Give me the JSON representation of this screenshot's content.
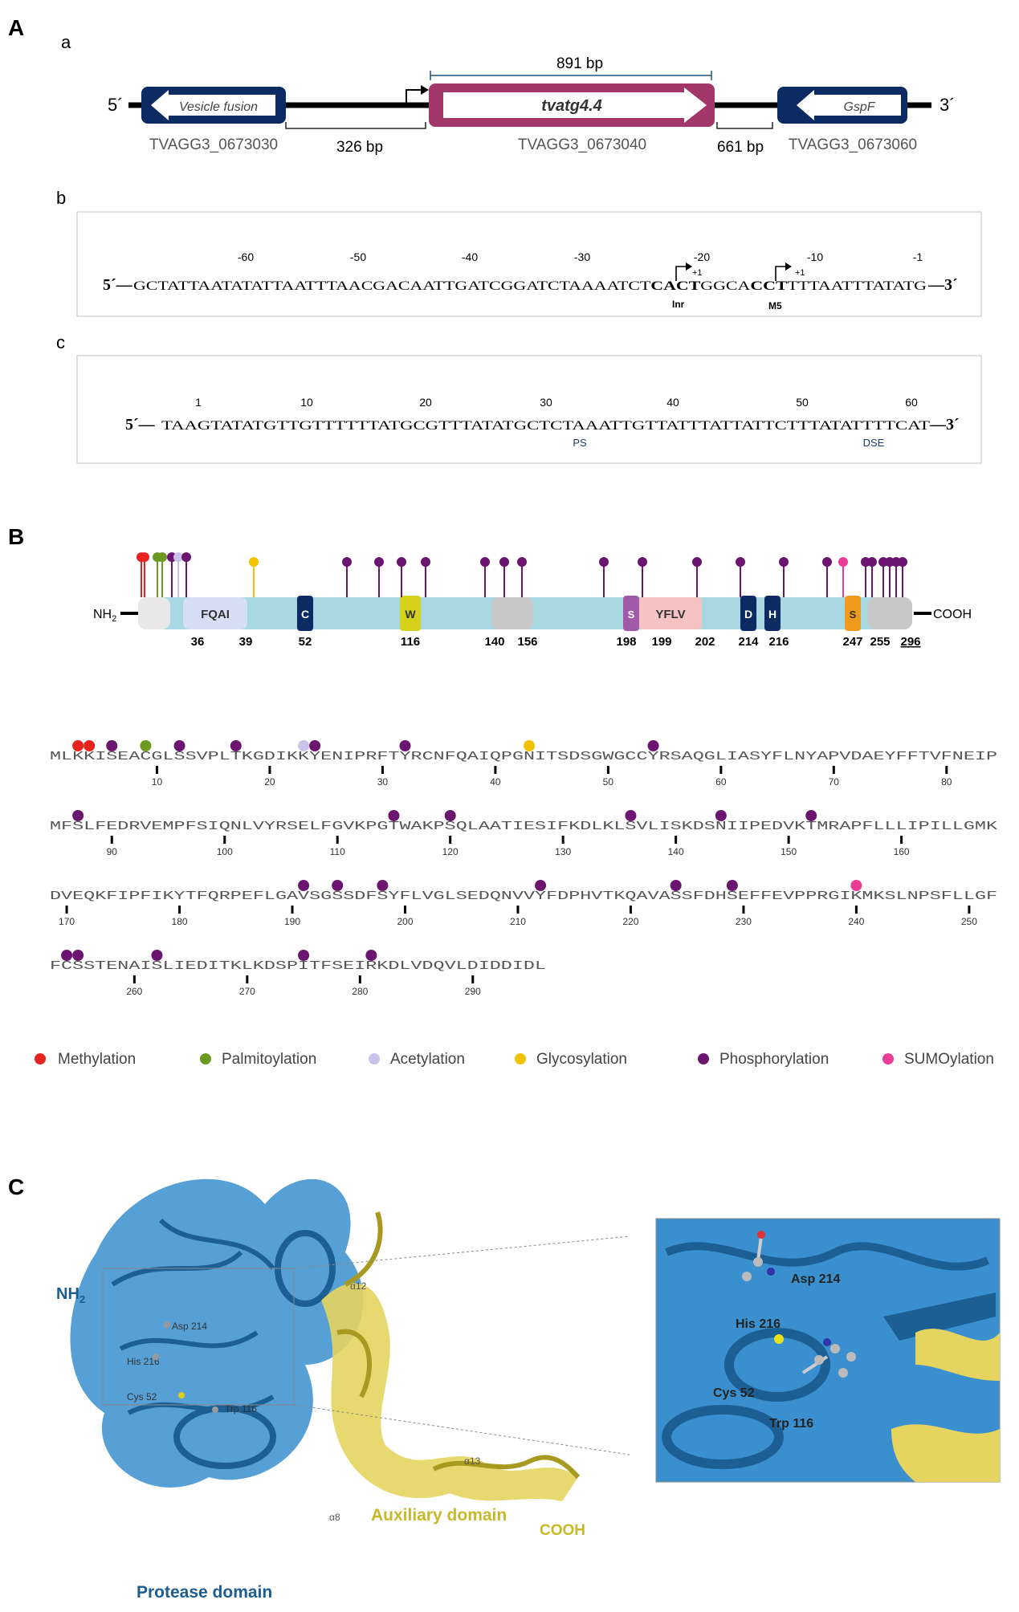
{
  "panel_a": {
    "label": "A",
    "sub_a": "a",
    "sub_b": "b",
    "sub_c": "c",
    "five_prime": "5´",
    "three_prime": "3´",
    "gene_length": "891 bp",
    "gene_left": {
      "name": "Vesicle fusion",
      "id": "TVAGG3_0673030"
    },
    "gene_main": {
      "name": "tvatg4.4",
      "id": "TVAGG3_0673040"
    },
    "gene_right": {
      "name": "GspF",
      "id": "TVAGG3_0673060"
    },
    "intergenic_left": "326 bp",
    "intergenic_right": "661 bp",
    "promoter": {
      "positions": [
        "-60",
        "-50",
        "-40",
        "-30",
        "-20",
        "-10",
        "-1"
      ],
      "five": "5´—",
      "three": "—3´",
      "seq_pre": "GCTATTAATATATTAATTTAACGACAATTGATCGGATCTAAAATCT",
      "seq_inr": "CACT",
      "seq_mid": "GGCA",
      "seq_m5": "CCT",
      "seq_post": "TTTAATTTATATG",
      "plus1_a": "+1",
      "plus1_b": "+1",
      "inr": "Inr",
      "m5": "M5"
    },
    "terminator": {
      "positions": [
        "1",
        "10",
        "20",
        "30",
        "40",
        "50",
        "60"
      ],
      "five": "5´—",
      "three": "—3´",
      "seq": "TAAGTATATGTTGTTTTTTATGCGTTTATATGCTCTAAATTGTTATTTATTATTCTTTATATTTTCAT",
      "ps": "PS",
      "dse": "DSE"
    }
  },
  "panel_b": {
    "label": "B",
    "nh2": "NH2",
    "cooh": "COOH",
    "domains": {
      "fqai": "FQAI",
      "c": "C",
      "w": "W",
      "s1": "S",
      "yflv": "YFLV",
      "d": "D",
      "h": "H",
      "s2": "S"
    },
    "positions": [
      "36",
      "39",
      "52",
      "116",
      "140",
      "156",
      "198",
      "199",
      "202",
      "214",
      "216",
      "247",
      "255",
      "296"
    ],
    "sequence_lines": [
      "MLKKISEACGLSSVPLTKGDIKKYENIPRFTYRCNFQAIQPGNITSDSGWGCCYRSAQGLIASYFLNYAPVDAEYFFTVFNEIP",
      "MFSLFEDRVEMPFSIQNLVYRSELFGVKPGTWAKPSQLAATIESIFKDLKLSVLISKDSNIIPEDVKTMRAPFLLLIPILLGMK",
      "DVEQKFIPFIKYTFQRPEFLGAVSGSSDFSYFLVGLSEDQNVVYFDPHVTKQAVASSFDHSEFFEVPPRGIKMKSLNPSFLLGF",
      "FCSSTENAISLIEDITKLKDSPITFSEIRKDLVDQVLDIDDIDL"
    ],
    "ruler": [
      [
        "10",
        "20",
        "30",
        "40",
        "50",
        "60",
        "70",
        "80"
      ],
      [
        "90",
        "100",
        "110",
        "120",
        "130",
        "140",
        "150",
        "160"
      ],
      [
        "170",
        "180",
        "190",
        "200",
        "210",
        "220",
        "230",
        "240",
        "250"
      ],
      [
        "260",
        "270",
        "280",
        "290"
      ]
    ],
    "legend": [
      {
        "label": "Methylation",
        "color": "#e8231f"
      },
      {
        "label": "Palmitoylation",
        "color": "#6b9a22"
      },
      {
        "label": "Acetylation",
        "color": "#c9c3ec"
      },
      {
        "label": "Glycosylation",
        "color": "#f2c200"
      },
      {
        "label": "Phosphorylation",
        "color": "#6b1470"
      },
      {
        "label": "SUMOylation",
        "color": "#ee3c96"
      }
    ]
  },
  "panel_c": {
    "label": "C",
    "nh2": "NH2",
    "cooh": "COOH",
    "protease_domain": "Protease domain",
    "auxiliary_domain": "Auxiliary domain",
    "alpha12": "α12",
    "alpha13": "α13",
    "alpha8": "α8",
    "residues_small": [
      "Asp 214",
      "His 216",
      "Cys 52",
      "Trp 116"
    ],
    "residues_zoom": [
      "Asp 214",
      "His 216",
      "Cys 52",
      "Trp 116"
    ]
  },
  "colors": {
    "navy": "#0d2b63",
    "magenta": "#a2386a",
    "light_blue": "#a8d8e2",
    "blue": "#2a7fb8",
    "yellow": "#e6d460"
  }
}
